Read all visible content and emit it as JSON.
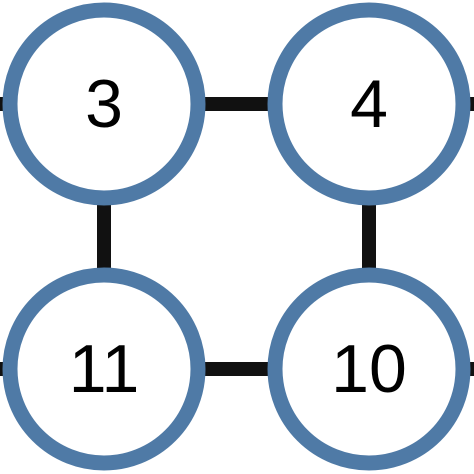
{
  "nodes": [
    {
      "id": "n-top-left",
      "label": "3"
    },
    {
      "id": "n-top-right",
      "label": "4"
    },
    {
      "id": "n-bottom-left",
      "label": "11"
    },
    {
      "id": "n-bottom-right",
      "label": "10"
    }
  ],
  "edges": [
    {
      "from": "n-top-left",
      "to": "n-top-right"
    },
    {
      "from": "n-top-left",
      "to": "n-bottom-left"
    },
    {
      "from": "n-top-right",
      "to": "n-bottom-right"
    },
    {
      "from": "n-bottom-left",
      "to": "n-bottom-right"
    }
  ],
  "colors": {
    "node_stroke": "#4f7aa6",
    "node_fill": "#ffffff",
    "edge": "#111111",
    "text": "#000000"
  }
}
